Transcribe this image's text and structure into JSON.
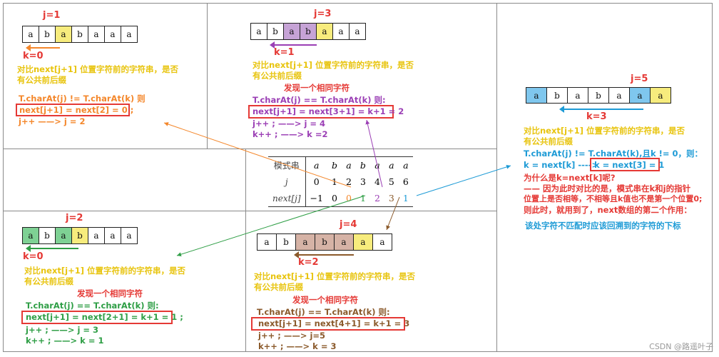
{
  "colors": {
    "red": "#e53935",
    "orange": "#f4872b",
    "purple": "#9b3fb5",
    "brown": "#8b5a2b",
    "green": "#2e9e45",
    "blue": "#1e9bd6",
    "yellow_text": "#e8c40e",
    "cell_yellow": "#f7ec7d",
    "cell_purple": "#c6a3d6",
    "cell_brown": "#d6b3a6",
    "cell_green": "#7ed194",
    "cell_blue": "#7fc7ee",
    "hl_red": "#e7a0a0",
    "hl_purple": "#d3b3e8",
    "hl_green": "#9ed9a6",
    "hl_brown": "#d6b3a6",
    "hl_blue": "#a5d4f2",
    "hl_orange": "#f6b280"
  },
  "table": {
    "headers": [
      "模式串",
      "j",
      "next[j]"
    ],
    "pattern": [
      "a",
      "b",
      "a",
      "b",
      "a",
      "a",
      "a"
    ],
    "j": [
      "0",
      "1",
      "2",
      "3",
      "4",
      "5",
      "6"
    ],
    "next": [
      "−1",
      "0",
      "0",
      "1",
      "2",
      "3",
      "1"
    ]
  },
  "p1": {
    "j_label": "j=1",
    "k_label": "k=0",
    "cells": [
      "a",
      "b",
      "a",
      "b",
      "a",
      "a",
      "a"
    ],
    "line1": "对比next[j+1] 位置字符前的字符串，是否",
    "line2": "有公共前后缀",
    "line3": "T.charAt(j) != T.charAt(k) 则",
    "line4": "next[j+1] = next[2] = 0 ;",
    "line5": "j++  ——> j = 2"
  },
  "p2": {
    "j_label": "j=2",
    "k_label": "k=0",
    "cells": [
      "a",
      "b",
      "a",
      "b",
      "a",
      "a",
      "a"
    ],
    "line1": "对比next[j+1] 位置字符前的字符串，是否",
    "line2": "有公共前后缀",
    "found": "发现一个相同字符",
    "line3": "T.charAt(j) == T.charAt(k) 则:",
    "line4": "next[j+1] = next[2+1]  = k+1 = 1  ;",
    "line5": "j++ ; ——> j = 3",
    "line6": "k++ ; ——> k = 1"
  },
  "p3": {
    "j_label": "j=3",
    "k_label": "k=1",
    "cells": [
      "a",
      "b",
      "a",
      "b",
      "a",
      "a",
      "a"
    ],
    "line1": "对比next[j+1] 位置字符前的字符串，是否",
    "line2": "有公共前后缀",
    "found": "发现一个相同字符",
    "line3": "T.charAt(j) == T.charAt(k) 则:",
    "line4": "next[j+1] = next[3+1] = k+1 = 2",
    "line5": "j++ ; ——> j = 4",
    "line6": "k++ ; ——> k =2"
  },
  "p4": {
    "j_label": "j=4",
    "k_label": "k=2",
    "cells": [
      "a",
      "b",
      "a",
      "b",
      "a",
      "a",
      "a"
    ],
    "line1": "对比next[j+1] 位置字符前的字符串，是否",
    "line2": "有公共前后缀",
    "found": "发现一个相同字符",
    "line3": "T.charAt(j) == T.charAt(k) 则:",
    "line4": "next[j+1] = next[4+1] = k+1 = 3",
    "line5": "j++ ; ——> j=5",
    "line6": "k++ ;   ——> k = 3"
  },
  "p5": {
    "j_label": "j=5",
    "k_label": "k=3",
    "cells": [
      "a",
      "b",
      "a",
      "b",
      "a",
      "a",
      "a"
    ],
    "line1": "对比next[j+1] 位置字符前的字符串，是否",
    "line2": "有公共前后缀",
    "line3": "T.charAt(j) != T.charAt(k),且k != 0，则：",
    "line4a": "k = next[k] ---->",
    "line4b": "k = next[3] = 1",
    "q": "为什么是k=next[k]呢?",
    "e1": "—— 因为此时对比的是，模式串在k和j的指针",
    "e2": "位置上是否相等，不相等且k值也不是第一个位置0;",
    "e3": "则此时，就用到了，next数组的第二个作用：",
    "e4": "该处字符不匹配时应该回溯到的字符的下标"
  },
  "watermark": "CSDN @路遥叶子"
}
